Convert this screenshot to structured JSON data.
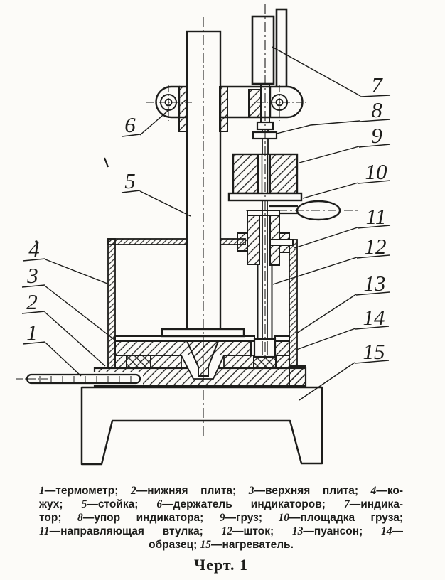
{
  "figure": {
    "part_labels": [
      "1",
      "2",
      "3",
      "4",
      "5",
      "6",
      "7",
      "8",
      "9",
      "10",
      "11",
      "12",
      "13",
      "14",
      "15"
    ]
  },
  "caption": {
    "lines": [
      [
        {
          "n": "1"
        },
        {
          "t": "—термометр; "
        },
        {
          "n": "2"
        },
        {
          "t": "—нижняя плита; "
        },
        {
          "n": "3"
        },
        {
          "t": "—верхняя плита; "
        },
        {
          "n": "4"
        },
        {
          "t": "—ко-"
        }
      ],
      [
        {
          "t": "жух; "
        },
        {
          "n": "5"
        },
        {
          "t": "—стойка; "
        },
        {
          "n": "6"
        },
        {
          "t": "—держатель индикаторов; "
        },
        {
          "n": "7"
        },
        {
          "t": "—индика-"
        }
      ],
      [
        {
          "t": "тор; "
        },
        {
          "n": "8"
        },
        {
          "t": "—упор индикатора; "
        },
        {
          "n": "9"
        },
        {
          "t": "—груз; "
        },
        {
          "n": "10"
        },
        {
          "t": "—площадка груза;"
        }
      ],
      [
        {
          "n": "11"
        },
        {
          "t": "—направляющая втулка; "
        },
        {
          "n": "12"
        },
        {
          "t": "—шток; "
        },
        {
          "n": "13"
        },
        {
          "t": "—пуансон; "
        },
        {
          "n": "14"
        },
        {
          "t": "—"
        }
      ],
      [
        {
          "t": "образец; "
        },
        {
          "n": "15"
        },
        {
          "t": "—нагреватель."
        }
      ]
    ],
    "title": "Черт. 1"
  },
  "colors": {
    "ink": "#1d1d1b",
    "paper": "#fcfbf8"
  }
}
